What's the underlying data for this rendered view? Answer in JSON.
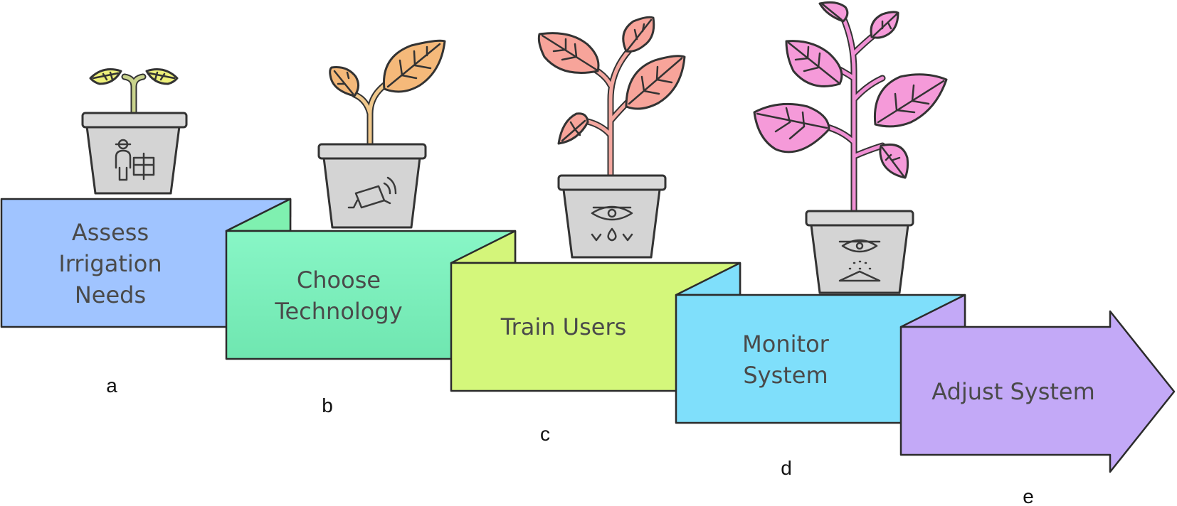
{
  "steps": [
    {
      "label_lines": [
        "Assess",
        "Irrigation",
        "Needs"
      ],
      "letter": "a",
      "color": "#a0c4ff",
      "fold_color": "#7ff0b0",
      "leaf_color": "#eef07a",
      "stem_color": "#c9d38c",
      "icon": "farmer-icon"
    },
    {
      "label_lines": [
        "Choose",
        "Technology"
      ],
      "letter": "b",
      "color": "#83f5c3",
      "fold_color": "#d4f57a",
      "leaf_color": "#f5b97a",
      "stem_color": "#f0c88c",
      "icon": "security-camera-icon"
    },
    {
      "label_lines": [
        "Train Users"
      ],
      "letter": "c",
      "color": "#d4f77b",
      "fold_color": "#7fdffb",
      "leaf_color": "#f7a49a",
      "stem_color": "#f4a8a0",
      "icon": "eye-water-drop-icon"
    },
    {
      "label_lines": [
        "Monitor",
        "System"
      ],
      "letter": "d",
      "color": "#7fdffb",
      "fold_color": "#c3a9f7",
      "leaf_color": "#f59ad9",
      "stem_color": "#f090d4",
      "icon": "eye-sprinkler-icon"
    },
    {
      "label_lines": [
        "Adjust System"
      ],
      "letter": "e",
      "color": "#c3a9f7",
      "icon": "arrow-icon"
    }
  ]
}
